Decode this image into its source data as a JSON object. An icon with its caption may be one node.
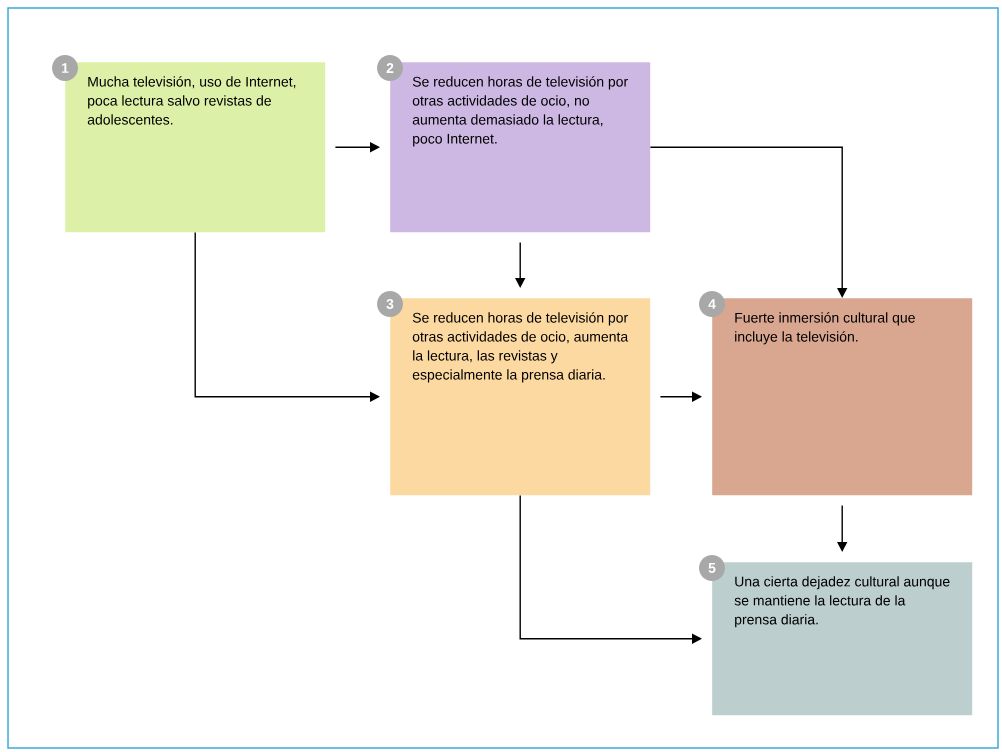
{
  "diagram": {
    "nodes": [
      {
        "text": [
          "1",
          "Mucha televisión, uso de Internet, poca lectura salvo revistas de adolescentes."
        ]
      },
      {
        "text": [
          "2",
          "Se reducen horas de televisión por otras actividades de ocio, no aumenta demasiado la lectura, poco Internet."
        ]
      },
      {
        "text": [
          "3",
          "Se reducen horas de televisión por otras actividades de ocio, aumenta la lectura, las revistas y especialmente la prensa diaria."
        ]
      },
      {
        "text": [
          "4",
          "Fuerte inmersión cultural que incluye la televisión."
        ]
      },
      {
        "text": [
          "5",
          "Una cierta dejadez cultural aunque se mantiene la lectura de la prensa diaria."
        ]
      }
    ],
    "edges": [
      {
        "from": 0,
        "to": 1,
        "arrow": "to"
      },
      {
        "from": 1,
        "to": 2,
        "arrow": "to"
      },
      {
        "from": 1,
        "to": 3,
        "arrow": "to"
      },
      {
        "from": 0,
        "to": 2,
        "arrow": "to"
      },
      {
        "from": 2,
        "to": 3,
        "arrow": "to"
      },
      {
        "from": 3,
        "to": 4,
        "arrow": "to"
      },
      {
        "from": 2,
        "to": 4,
        "arrow": "to"
      }
    ]
  }
}
